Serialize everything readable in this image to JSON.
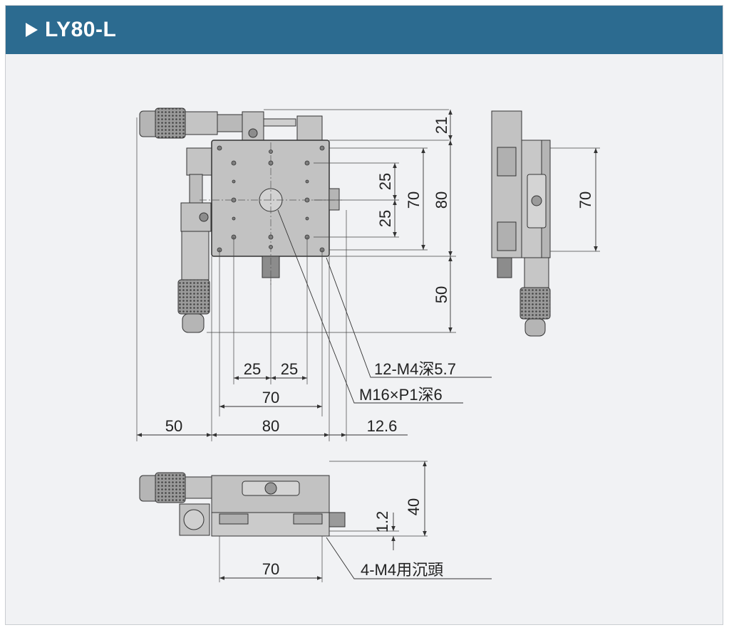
{
  "header": {
    "title": "LY80-L"
  },
  "top_view": {
    "dims_horizontal": {
      "pitch_left": "25",
      "pitch_right": "25",
      "hole_span": "70",
      "stage_width": "80",
      "micrometer_offset": "50",
      "knob_offset": "12.6"
    },
    "dims_vertical": {
      "top_offset": "21",
      "pitch_upper": "25",
      "pitch_lower": "25",
      "hole_span": "70",
      "stage_height": "80",
      "micrometer_offset": "50"
    },
    "callouts": {
      "mount_holes": "12-M4深5.7",
      "center_hole": "M16×P1深6"
    }
  },
  "side_view": {
    "dim_hole_span": "70"
  },
  "front_view": {
    "dim_height": "40",
    "dim_gap": "1.2",
    "dim_hole_span": "70",
    "callout_holes": "4-M4用沉頭"
  },
  "colors": {
    "header": "#2c6b90",
    "panel": "#f1f2f4",
    "metal": "#bfbfbf",
    "metal_dark": "#8c8c8c",
    "line": "#333333"
  }
}
